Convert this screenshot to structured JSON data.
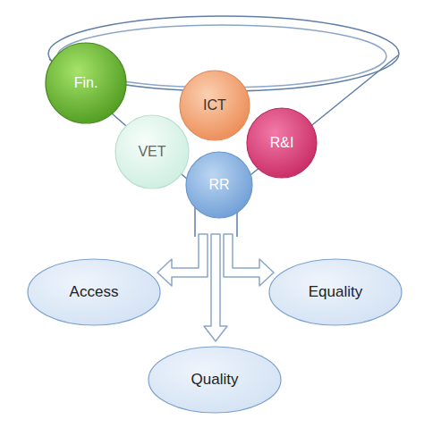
{
  "diagram": {
    "nodes": [
      {
        "text": [
          "Fin."
        ]
      },
      {
        "text": [
          "ICT"
        ]
      },
      {
        "text": [
          "R&I"
        ]
      },
      {
        "text": [
          "VET"
        ]
      },
      {
        "text": [
          "RR"
        ]
      },
      {
        "text": [
          "Access"
        ]
      },
      {
        "text": [
          "Equality"
        ]
      },
      {
        "text": [
          "Quality"
        ]
      }
    ]
  }
}
